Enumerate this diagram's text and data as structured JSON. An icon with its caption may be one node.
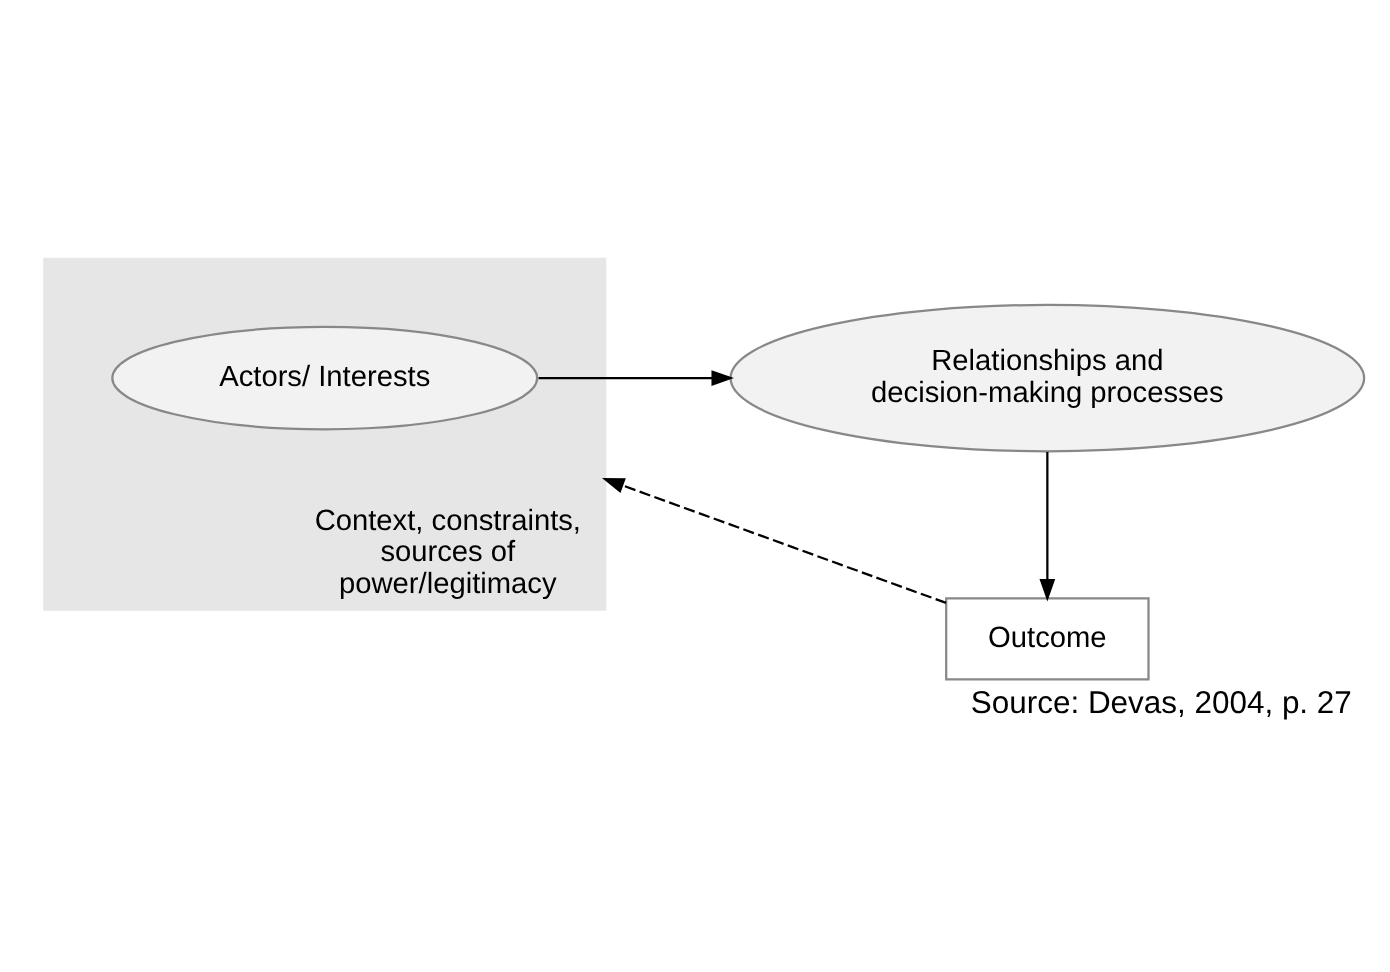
{
  "diagram": {
    "caption": "Source: Devas, 2004, p. 27",
    "nodes": [
      {
        "text": [
          "Context, constraints, sources of power/legitimacy"
        ]
      },
      {
        "text": [
          "Actors/ Interests"
        ],
        "in": 0
      },
      {
        "text": [
          "Relationships and decision-making processes"
        ]
      },
      {
        "text": [
          "Outcome"
        ]
      }
    ],
    "edges": [
      {
        "from": 1,
        "to": 2,
        "arrow": "to"
      },
      {
        "from": 2,
        "to": 3,
        "arrow": "to"
      },
      {
        "from": 3,
        "to": 0,
        "arrow": "to",
        "style": "dashed"
      }
    ]
  }
}
